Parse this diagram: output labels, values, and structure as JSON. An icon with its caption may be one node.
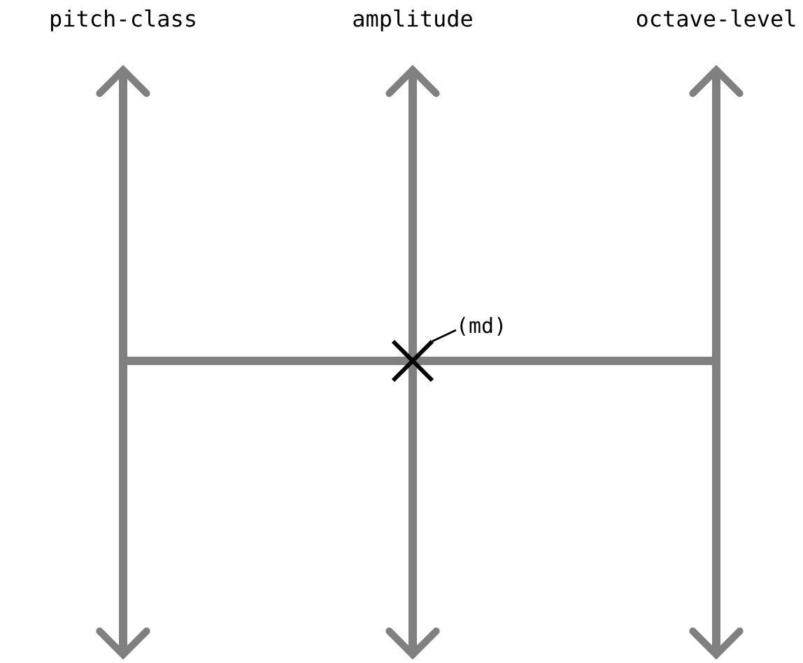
{
  "diagram": {
    "nodes": [
      {
        "text": [
          "(md)"
        ]
      },
      {
        "text": [],
        "shape": "cross"
      }
    ],
    "edges": [
      {
        "from": 0,
        "to": 1,
        "arrow": "none"
      }
    ],
    "labels": [
      "pitch-class",
      "amplitude",
      "octave-level"
    ]
  }
}
